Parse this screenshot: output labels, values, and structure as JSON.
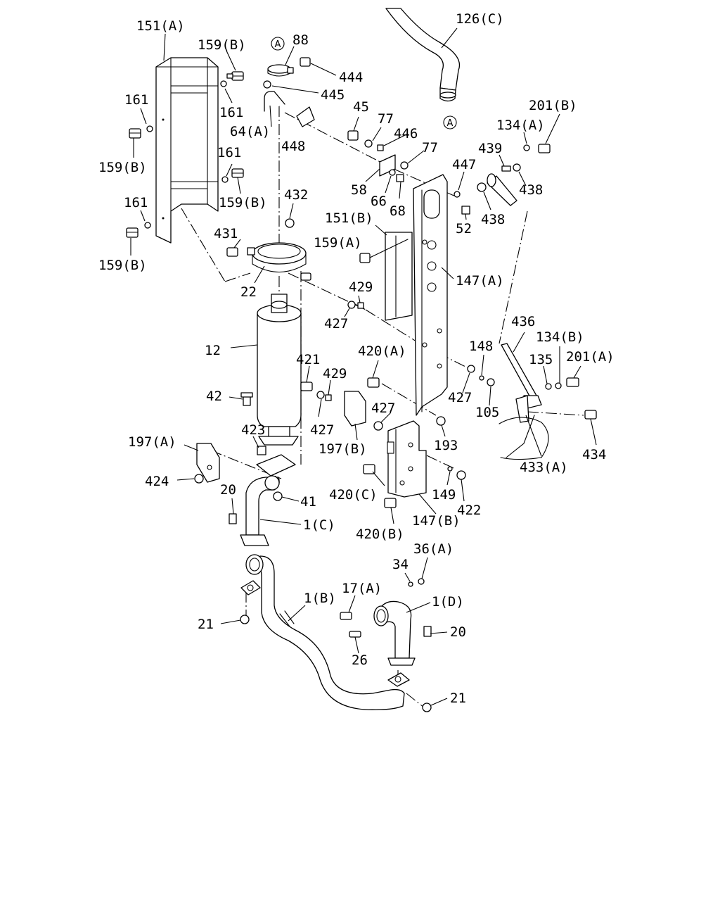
{
  "diagram": {
    "ref_marker": "A",
    "labels": {
      "l_151A": "151(A)",
      "l_159B_1": "159(B)",
      "l_161_1": "161",
      "l_161_2": "161",
      "l_159B_2": "159(B)",
      "l_161_3": "161",
      "l_159B_3": "159(B)",
      "l_161_4": "161",
      "l_159B_4": "159(B)",
      "l_88": "88",
      "l_444": "444",
      "l_445": "445",
      "l_64A": "64(A)",
      "l_448": "448",
      "l_126C": "126(C)",
      "l_45": "45",
      "l_77_1": "77",
      "l_446": "446",
      "l_77_2": "77",
      "l_58": "58",
      "l_66": "66",
      "l_68": "68",
      "l_447": "447",
      "l_52": "52",
      "l_201B": "201(B)",
      "l_134A": "134(A)",
      "l_439": "439",
      "l_438_1": "438",
      "l_438_2": "438",
      "l_432": "432",
      "l_431": "431",
      "l_22": "22",
      "l_151B": "151(B)",
      "l_159A": "159(A)",
      "l_147A": "147(A)",
      "l_429_1": "429",
      "l_427_1": "427",
      "l_12": "12",
      "l_421": "421",
      "l_429_2": "429",
      "l_427_2": "427",
      "l_420A": "420(A)",
      "l_427_3": "427",
      "l_148": "148",
      "l_427_4": "427",
      "l_105": "105",
      "l_436": "436",
      "l_134B": "134(B)",
      "l_135": "135",
      "l_201A": "201(A)",
      "l_434": "434",
      "l_433A": "433(A)",
      "l_42": "42",
      "l_423": "423",
      "l_197A": "197(A)",
      "l_197B": "197(B)",
      "l_193": "193",
      "l_424": "424",
      "l_20_1": "20",
      "l_41": "41",
      "l_1C": "1(C)",
      "l_420C": "420(C)",
      "l_149": "149",
      "l_422": "422",
      "l_147B": "147(B)",
      "l_420B": "420(B)",
      "l_34": "34",
      "l_36A": "36(A)",
      "l_17A": "17(A)",
      "l_1B": "1(B)",
      "l_1D": "1(D)",
      "l_21_1": "21",
      "l_20_2": "20",
      "l_26": "26",
      "l_21_2": "21"
    }
  }
}
